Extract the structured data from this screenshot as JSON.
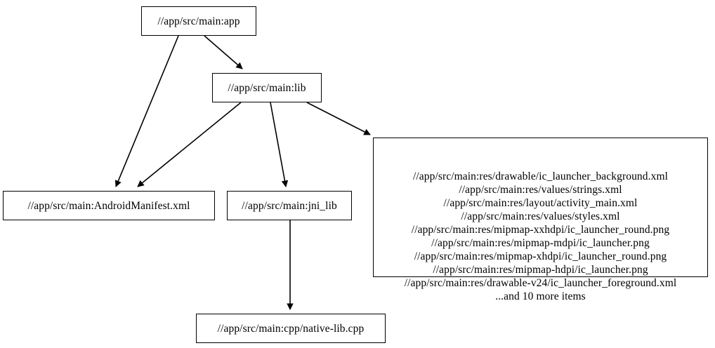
{
  "graph": {
    "type": "dependency-graph",
    "orientation": "top-down",
    "background_color": "#ffffff",
    "node_border_color": "#000000",
    "edge_color": "#000000",
    "nodes": [
      {
        "id": "app",
        "label": "//app/src/main:app"
      },
      {
        "id": "lib",
        "label": "//app/src/main:lib"
      },
      {
        "id": "manifest",
        "label": "//app/src/main:AndroidManifest.xml"
      },
      {
        "id": "jni",
        "label": "//app/src/main:jni_lib"
      },
      {
        "id": "nativelib",
        "label": "//app/src/main:cpp/native-lib.cpp"
      },
      {
        "id": "res",
        "label": "//app/src/main:res/drawable/ic_launcher_background.xml\n//app/src/main:res/values/strings.xml\n//app/src/main:res/layout/activity_main.xml\n//app/src/main:res/values/styles.xml\n//app/src/main:res/mipmap-xxhdpi/ic_launcher_round.png\n//app/src/main:res/mipmap-mdpi/ic_launcher.png\n//app/src/main:res/mipmap-xhdpi/ic_launcher_round.png\n//app/src/main:res/mipmap-hdpi/ic_launcher.png\n//app/src/main:res/drawable-v24/ic_launcher_foreground.xml\n...and 10 more items",
        "lines": [
          "//app/src/main:res/drawable/ic_launcher_background.xml",
          "//app/src/main:res/values/strings.xml",
          "//app/src/main:res/layout/activity_main.xml",
          "//app/src/main:res/values/styles.xml",
          "//app/src/main:res/mipmap-xxhdpi/ic_launcher_round.png",
          "//app/src/main:res/mipmap-mdpi/ic_launcher.png",
          "//app/src/main:res/mipmap-xhdpi/ic_launcher_round.png",
          "//app/src/main:res/mipmap-hdpi/ic_launcher.png",
          "//app/src/main:res/drawable-v24/ic_launcher_foreground.xml",
          "...and 10 more items"
        ]
      }
    ],
    "edges": [
      {
        "from": "app",
        "to": "lib"
      },
      {
        "from": "app",
        "to": "manifest"
      },
      {
        "from": "lib",
        "to": "manifest"
      },
      {
        "from": "lib",
        "to": "jni"
      },
      {
        "from": "lib",
        "to": "res"
      },
      {
        "from": "jni",
        "to": "nativelib"
      }
    ]
  }
}
